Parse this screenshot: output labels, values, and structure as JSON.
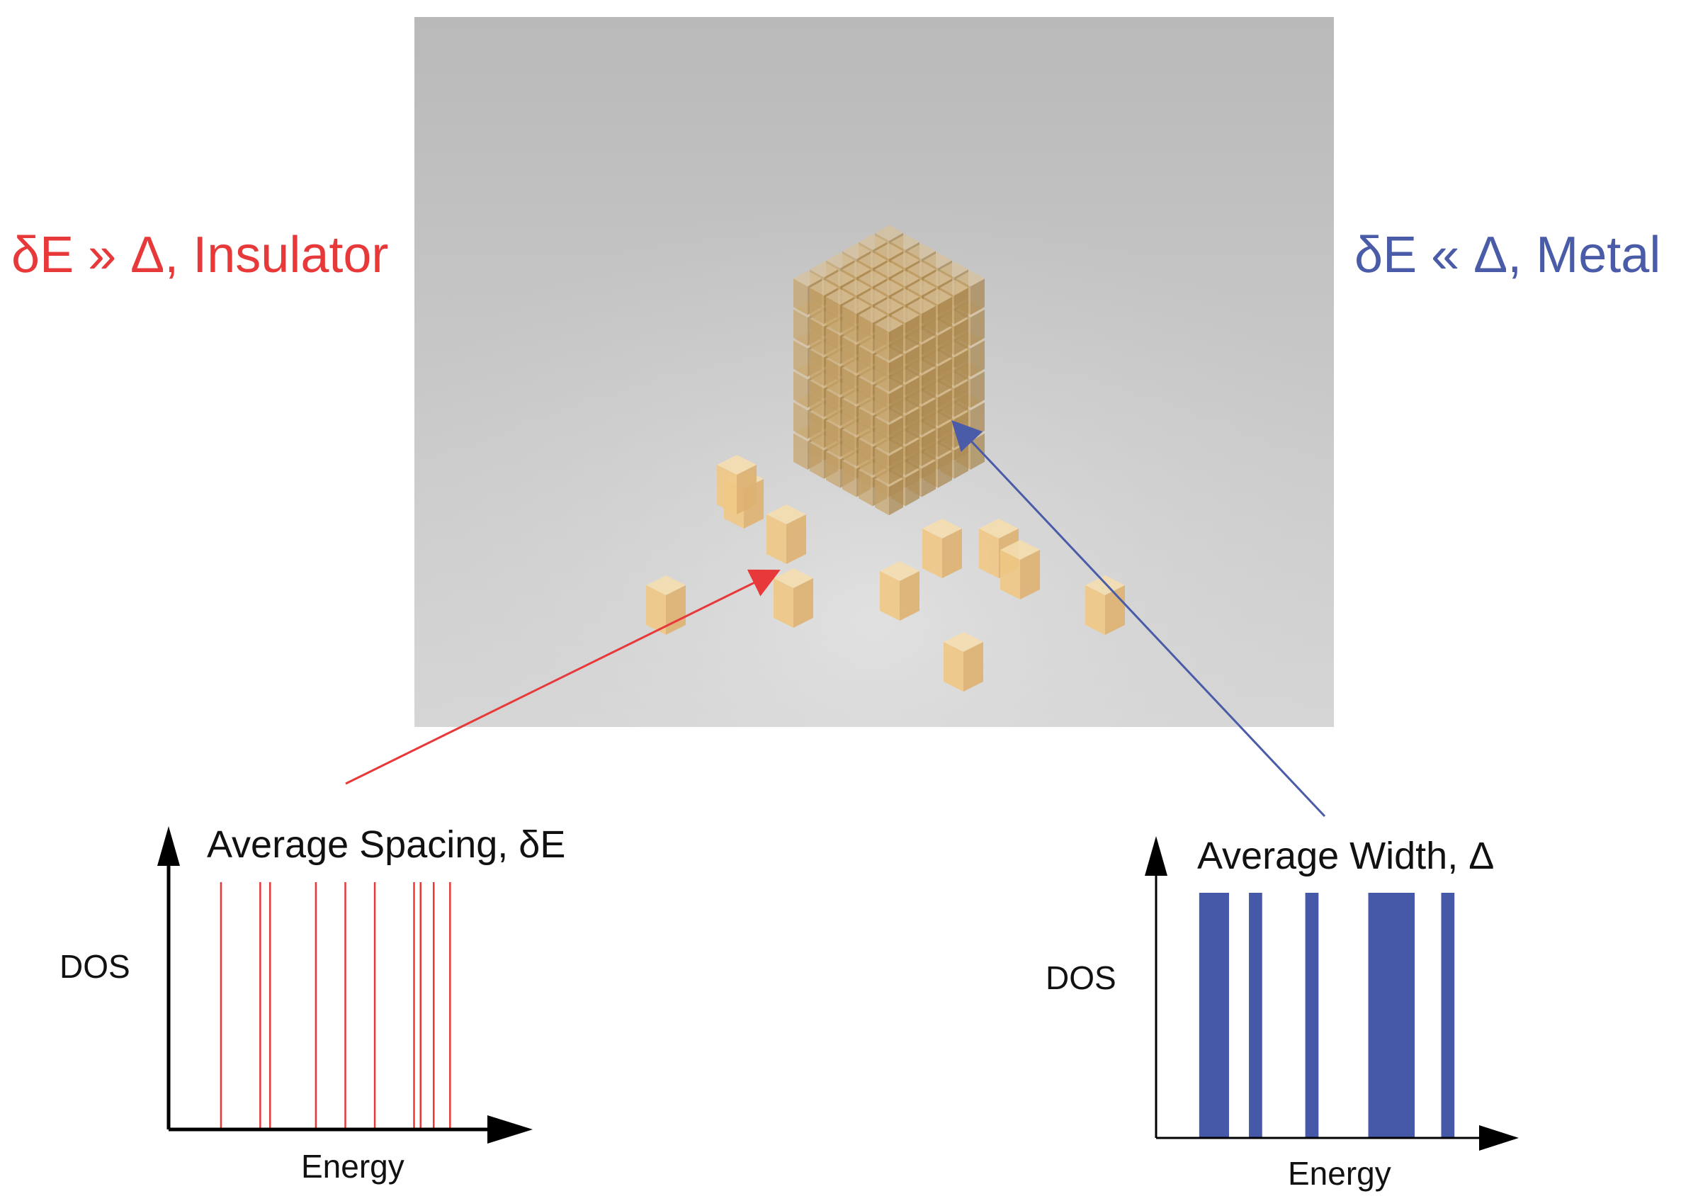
{
  "labels": {
    "insulator": "δE » Δ, Insulator",
    "metal": "δE « Δ, Metal"
  },
  "left_plot": {
    "title": "Average Spacing, δE",
    "ylabel": "DOS",
    "xlabel": "Energy",
    "line_positions": [
      0.16,
      0.28,
      0.31,
      0.45,
      0.54,
      0.63,
      0.75,
      0.77,
      0.81,
      0.86
    ],
    "color": "#e8393a"
  },
  "right_plot": {
    "title": "Average Width, Δ",
    "ylabel": "DOS",
    "xlabel": "Energy",
    "bands": [
      [
        0.13,
        0.22
      ],
      [
        0.28,
        0.32
      ],
      [
        0.45,
        0.49
      ],
      [
        0.64,
        0.78
      ],
      [
        0.86,
        0.9
      ]
    ],
    "color": "#4658a8"
  },
  "colors": {
    "insulator": "#e8393a",
    "metal": "#4a5ba8",
    "cube_fill": "#c7a46a",
    "render_bg_top": "#b9b9b9",
    "render_bg_bottom": "#d6d6d6"
  }
}
